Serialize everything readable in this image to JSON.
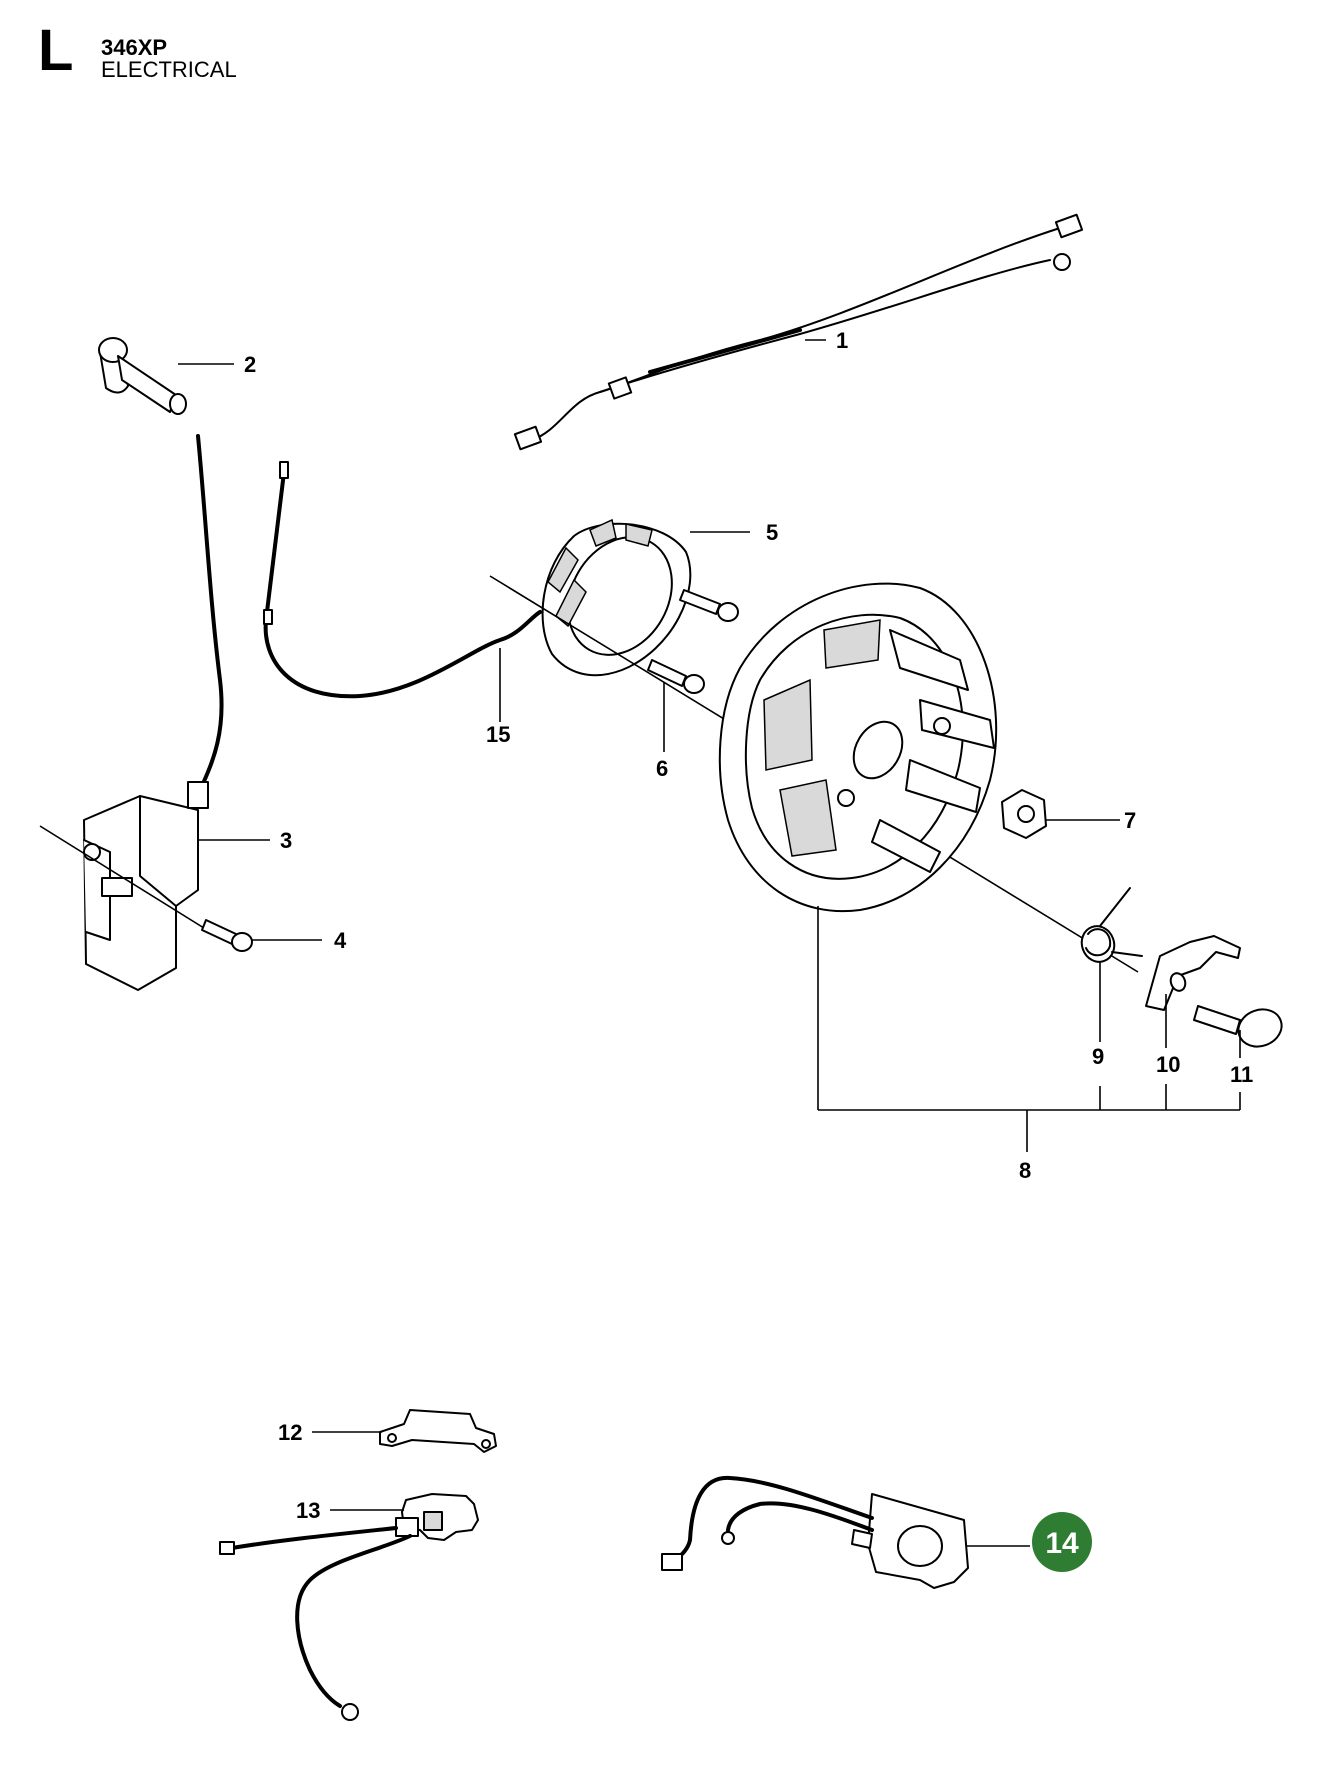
{
  "header": {
    "letter": "L",
    "model": "346XP",
    "section": "ELECTRICAL"
  },
  "callouts": {
    "c1": "1",
    "c2": "2",
    "c3": "3",
    "c4": "4",
    "c5": "5",
    "c6": "6",
    "c7": "7",
    "c8": "8",
    "c9": "9",
    "c10": "10",
    "c11": "11",
    "c12": "12",
    "c13": "13",
    "c14": "14",
    "c15": "15"
  },
  "colors": {
    "highlight": "#2e7d32",
    "highlight_text": "#ffffff",
    "ink": "#000000"
  }
}
